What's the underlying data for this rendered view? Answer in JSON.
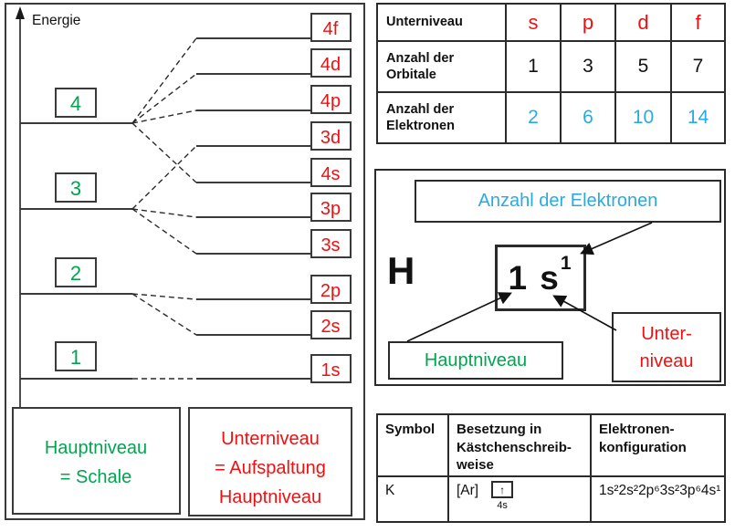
{
  "colors": {
    "green": "#00a550",
    "red": "#ee1111",
    "blue": "#29abe2",
    "line": "#3a3a3a"
  },
  "energy_diagram": {
    "axis_label": "Energie",
    "main_levels": [
      "4",
      "3",
      "2",
      "1"
    ],
    "sublevels": [
      "4f",
      "4d",
      "4p",
      "3d",
      "4s",
      "3p",
      "3s",
      "2p",
      "2s",
      "1s"
    ],
    "legend_hauptniveau": {
      "line1": "Hauptniveau",
      "line2": "= Schale"
    },
    "legend_unterniveau": {
      "line1": "Unterniveau",
      "line2": "= Aufspaltung",
      "line3": "Hauptniveau"
    }
  },
  "orbital_table": {
    "header_label": "Unterniveau",
    "columns": [
      "s",
      "p",
      "d",
      "f"
    ],
    "row_orbitale": {
      "label_line1": "Anzahl der",
      "label_line2": "Orbitale",
      "values": [
        "1",
        "3",
        "5",
        "7"
      ]
    },
    "row_elektronen": {
      "label_line1": "Anzahl der",
      "label_line2": "Elektronen",
      "values": [
        "2",
        "6",
        "10",
        "14"
      ]
    }
  },
  "notation_panel": {
    "element_symbol": "H",
    "main_level": "1",
    "sublevel": "s",
    "electron_count": "1",
    "label_electrons": "Anzahl der Elektronen",
    "label_hauptniveau": "Hauptniveau",
    "label_unterniveau_line1": "Unter-",
    "label_unterniveau_line2": "niveau"
  },
  "config_table": {
    "headers": {
      "symbol": "Symbol",
      "besetzung_l1": "Besetzung in",
      "besetzung_l2": "Kästchenschreib-",
      "besetzung_l3": "weise",
      "konfig_l1": "Elektronen-",
      "konfig_l2": "konfiguration"
    },
    "row": {
      "symbol": "K",
      "core": "[Ar]",
      "arrow_up": "↑",
      "orbital_label": "4s",
      "configuration": "1s²2s²2p⁶3s²3p⁶4s¹"
    }
  }
}
